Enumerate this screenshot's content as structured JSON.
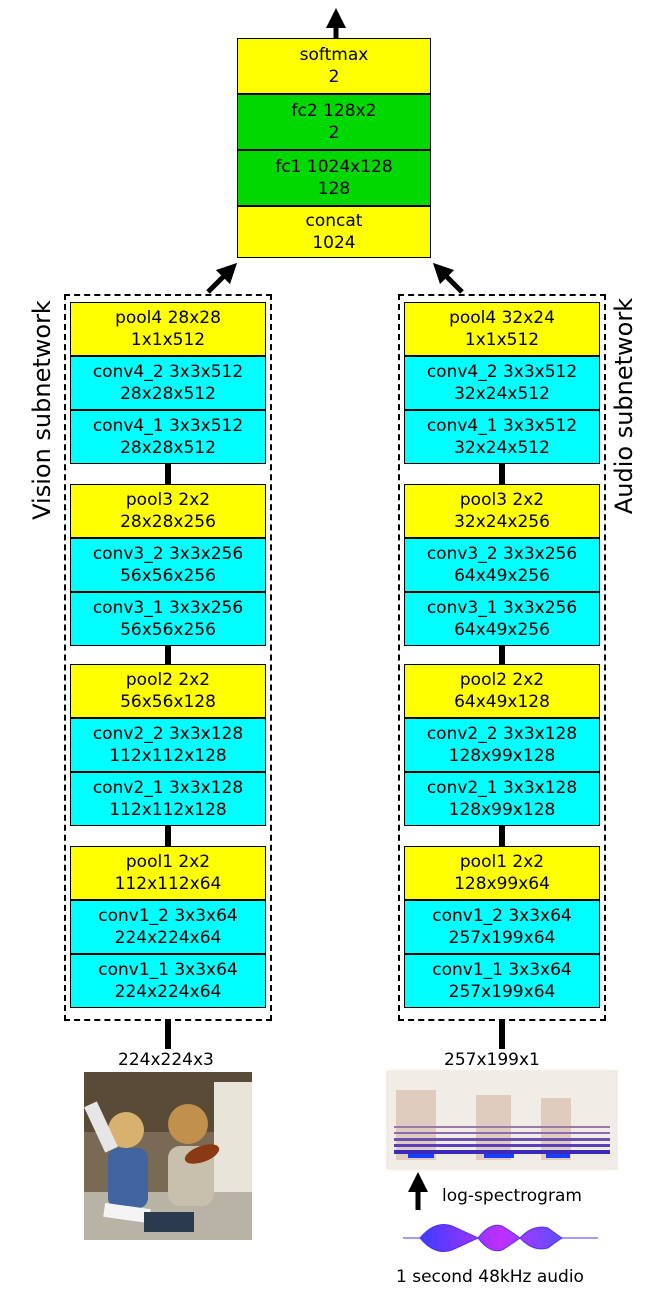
{
  "head": [
    {
      "l1": "softmax",
      "l2": "2",
      "color": "yellow"
    },
    {
      "l1": "fc2 128x2",
      "l2": "2",
      "color": "green"
    },
    {
      "l1": "fc1 1024x128",
      "l2": "128",
      "color": "green"
    },
    {
      "l1": "concat",
      "l2": "1024",
      "color": "yellow"
    }
  ],
  "vision": {
    "title": "Vision subnetwork",
    "layers": [
      {
        "l1": "pool4 28x28",
        "l2": "1x1x512"
      },
      {
        "l1": "conv4_2 3x3x512",
        "l2": "28x28x512"
      },
      {
        "l1": "conv4_1 3x3x512",
        "l2": "28x28x512"
      },
      {
        "l1": "pool3 2x2",
        "l2": "28x28x256"
      },
      {
        "l1": "conv3_2 3x3x256",
        "l2": "56x56x256"
      },
      {
        "l1": "conv3_1 3x3x256",
        "l2": "56x56x256"
      },
      {
        "l1": "pool2 2x2",
        "l2": "56x56x128"
      },
      {
        "l1": "conv2_2 3x3x128",
        "l2": "112x112x128"
      },
      {
        "l1": "conv2_1 3x3x128",
        "l2": "112x112x128"
      },
      {
        "l1": "pool1 2x2",
        "l2": "112x112x64"
      },
      {
        "l1": "conv1_2 3x3x64",
        "l2": "224x224x64"
      },
      {
        "l1": "conv1_1 3x3x64",
        "l2": "224x224x64"
      }
    ],
    "input_size": "224x224x3"
  },
  "audio": {
    "title": "Audio subnetwork",
    "layers": [
      {
        "l1": "pool4 32x24",
        "l2": "1x1x512"
      },
      {
        "l1": "conv4_2 3x3x512",
        "l2": "32x24x512"
      },
      {
        "l1": "conv4_1 3x3x512",
        "l2": "32x24x512"
      },
      {
        "l1": "pool3 2x2",
        "l2": "32x24x256"
      },
      {
        "l1": "conv3_2 3x3x256",
        "l2": "64x49x256"
      },
      {
        "l1": "conv3_1 3x3x256",
        "l2": "64x49x256"
      },
      {
        "l1": "pool2 2x2",
        "l2": "64x49x128"
      },
      {
        "l1": "conv2_2 3x3x128",
        "l2": "128x99x128"
      },
      {
        "l1": "conv2_1 3x3x128",
        "l2": "128x99x128"
      },
      {
        "l1": "pool1 2x2",
        "l2": "128x99x64"
      },
      {
        "l1": "conv1_2 3x3x64",
        "l2": "257x199x64"
      },
      {
        "l1": "conv1_1 3x3x64",
        "l2": "257x199x64"
      }
    ],
    "input_size": "257x199x1",
    "spectrogram_label": "log-spectrogram",
    "audio_label": "1 second 48kHz audio"
  },
  "colors": {
    "pool": "#ffff00",
    "conv": "#00ffff",
    "fc": "#00d800"
  }
}
